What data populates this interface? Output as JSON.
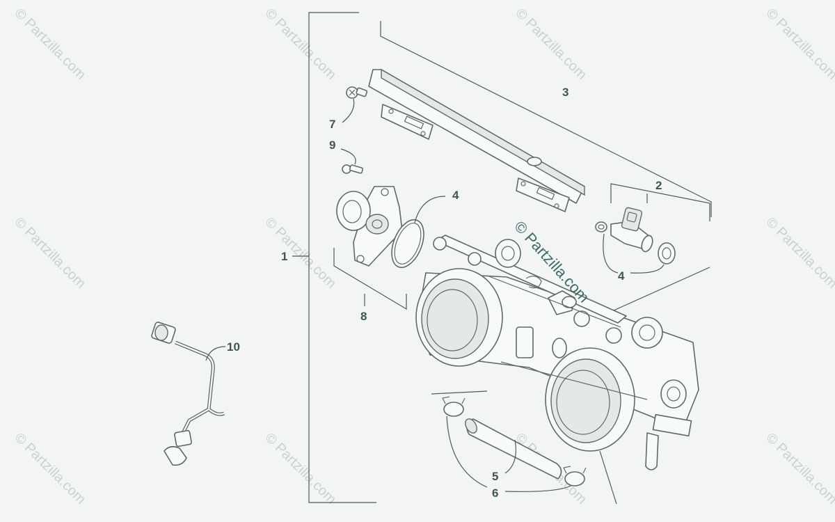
{
  "callouts": {
    "c1": "1",
    "c2": "2",
    "c3": "3",
    "c4a": "4",
    "c4b": "4",
    "c5": "5",
    "c6": "6",
    "c7": "7",
    "c8": "8",
    "c9": "9",
    "c10": "10"
  },
  "watermark": {
    "main": "© Partzilla.com",
    "tile": "© Partzilla.com"
  },
  "colors": {
    "background": "#f3f5f4",
    "line": "#5c6a68",
    "callout": "#3f5553",
    "watermark_main": "#3e6b68",
    "watermark_tile": "#c9d2d0"
  }
}
